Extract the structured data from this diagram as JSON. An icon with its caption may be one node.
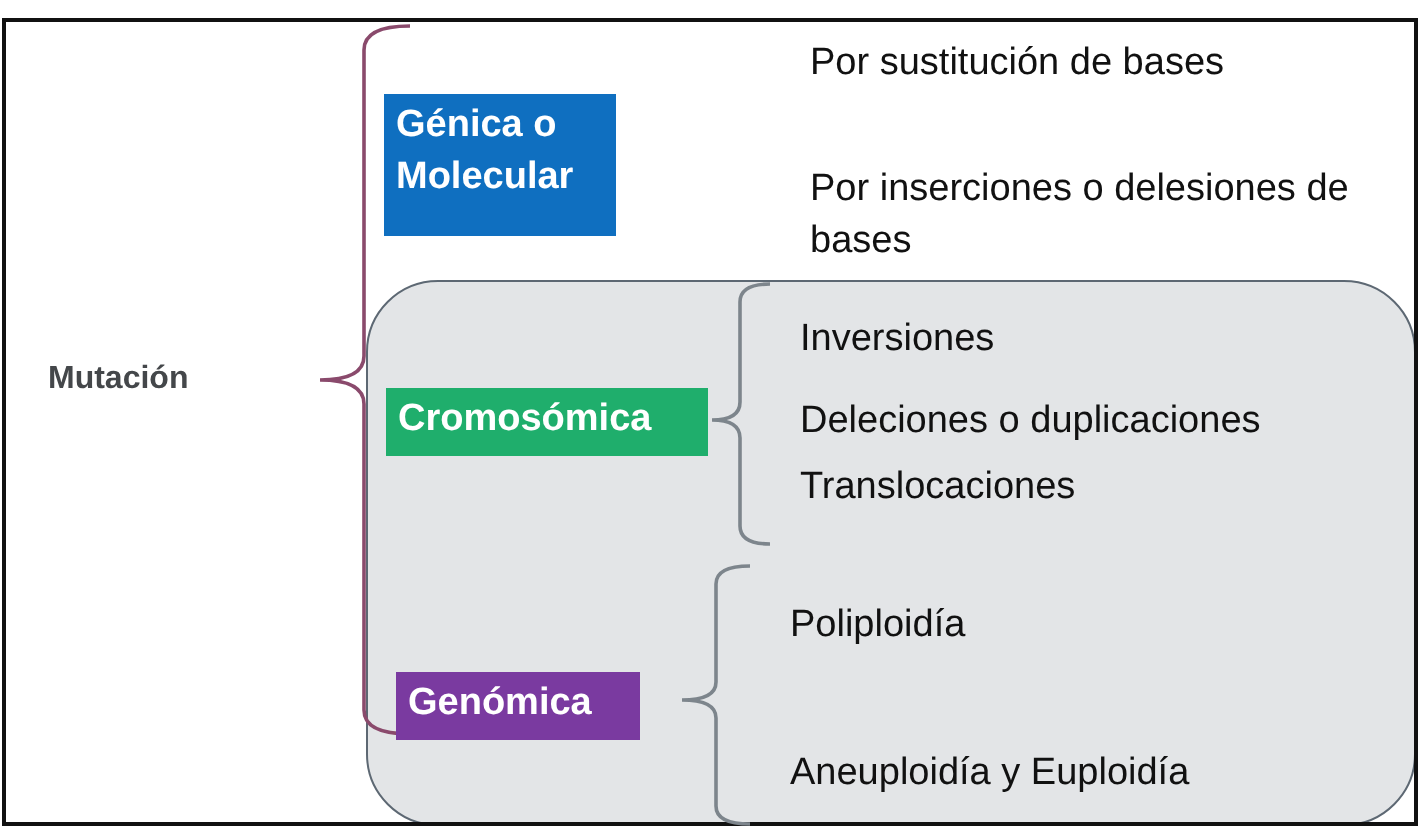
{
  "diagram": {
    "nodes": [
      {
        "text": [
          "Génica o Molecular"
        ]
      },
      {
        "text": [],
        "shape": "box"
      },
      {
        "text": [
          "Cromosómica"
        ],
        "in": 1
      },
      {
        "text": [
          "Genómica"
        ],
        "in": 1
      }
    ],
    "labels": [
      "Mutación",
      "Por sustitución de bases",
      "Por inserciones o delesiones de bases",
      "Inversiones",
      "Deleciones o duplicaciones",
      "Translocaciones",
      "Poliploidía",
      "Aneuploidía y Euploidía"
    ]
  }
}
